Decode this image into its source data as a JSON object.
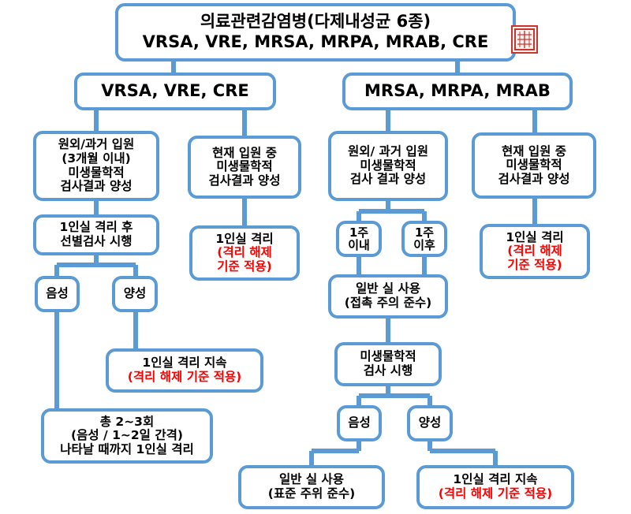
{
  "diagram": {
    "title_note": "의료관련감염병 다제내성균 격리 흐름도",
    "colors": {
      "box_border": "#5b9bd5",
      "connector": "#5b9bd5",
      "text": "#000000",
      "alert_text": "#ff0000",
      "stamp": "#c9352c",
      "background": "#ffffff"
    },
    "stamp": {
      "name": "official-red-seal",
      "label": "도장"
    },
    "nodes": {
      "root": {
        "lines": [
          {
            "text": "의료관련감염병(다제내성균 6종)",
            "color": "black"
          },
          {
            "text": "VRSA, VRE, MRSA, MRPA, MRAB, CRE",
            "color": "black"
          }
        ]
      },
      "branch_left": {
        "lines": [
          {
            "text": "VRSA, VRE, CRE",
            "color": "black"
          }
        ]
      },
      "branch_right": {
        "lines": [
          {
            "text": "MRSA, MRPA, MRAB",
            "color": "black"
          }
        ]
      },
      "l_outside_admit": {
        "lines": [
          {
            "text": "원외/과거 입원",
            "color": "black"
          },
          {
            "text": "(3개월 이내)",
            "color": "black"
          },
          {
            "text": "미생물학적",
            "color": "black"
          },
          {
            "text": "검사결과 양성",
            "color": "black"
          }
        ]
      },
      "l_current_admit": {
        "lines": [
          {
            "text": "현재 입원 중",
            "color": "black"
          },
          {
            "text": "미생물학적",
            "color": "black"
          },
          {
            "text": "검사결과 양성",
            "color": "black"
          }
        ]
      },
      "l_isolate_screen": {
        "lines": [
          {
            "text": "1인실 격리 후",
            "color": "black"
          },
          {
            "text": "선별검사 시행",
            "color": "black"
          }
        ]
      },
      "l_isolate_release": {
        "lines": [
          {
            "text": "1인실 격리",
            "color": "black"
          },
          {
            "text": "(격리 해제",
            "color": "red"
          },
          {
            "text": "기준 적용)",
            "color": "red"
          }
        ]
      },
      "l_negative": {
        "lines": [
          {
            "text": "음성",
            "color": "black"
          }
        ]
      },
      "l_positive": {
        "lines": [
          {
            "text": "양성",
            "color": "black"
          }
        ]
      },
      "l_keep_isolation": {
        "lines": [
          {
            "text": "1인실 격리 지속",
            "color": "black"
          },
          {
            "text": "(격리 해제 기준 적용)",
            "color": "red"
          }
        ]
      },
      "l_repeat_tests": {
        "lines": [
          {
            "text": "총 2~3회",
            "color": "black"
          },
          {
            "text": "(음성 / 1~2일 간격)",
            "color": "black"
          },
          {
            "text": "나타날 때까지 1인실 격리",
            "color": "black"
          }
        ]
      },
      "r_outside_admit": {
        "lines": [
          {
            "text": "원외/ 과거 입원",
            "color": "black"
          },
          {
            "text": "미생물학적",
            "color": "black"
          },
          {
            "text": "검사 결과 양성",
            "color": "black"
          }
        ]
      },
      "r_current_admit": {
        "lines": [
          {
            "text": "현재 입원 중",
            "color": "black"
          },
          {
            "text": "미생물학적",
            "color": "black"
          },
          {
            "text": "검사결과 양성",
            "color": "black"
          }
        ]
      },
      "r_within_week": {
        "lines": [
          {
            "text": "1주",
            "color": "black"
          },
          {
            "text": "이내",
            "color": "black"
          }
        ]
      },
      "r_after_week": {
        "lines": [
          {
            "text": "1주",
            "color": "black"
          },
          {
            "text": "이후",
            "color": "black"
          }
        ]
      },
      "r_general_room": {
        "lines": [
          {
            "text": "일반 실 사용",
            "color": "black"
          },
          {
            "text": "(접촉 주의 준수)",
            "color": "black"
          }
        ]
      },
      "r_micro_test": {
        "lines": [
          {
            "text": "미생물학적",
            "color": "black"
          },
          {
            "text": "검사 시행",
            "color": "black"
          }
        ]
      },
      "r_negative": {
        "lines": [
          {
            "text": "음성",
            "color": "black"
          }
        ]
      },
      "r_positive": {
        "lines": [
          {
            "text": "양성",
            "color": "black"
          }
        ]
      },
      "r_general_room2": {
        "lines": [
          {
            "text": "일반 실 사용",
            "color": "black"
          },
          {
            "text": "(표준 주위 준수)",
            "color": "black"
          }
        ]
      },
      "r_keep_isolation": {
        "lines": [
          {
            "text": "1인실 격리 지속",
            "color": "black"
          },
          {
            "text": "(격리 해제 기준 적용)",
            "color": "red"
          }
        ]
      },
      "r_isolate_release": {
        "lines": [
          {
            "text": "1인실 격리",
            "color": "black"
          },
          {
            "text": "(격리 해제",
            "color": "red"
          },
          {
            "text": "기준 적용)",
            "color": "red"
          }
        ]
      }
    }
  }
}
